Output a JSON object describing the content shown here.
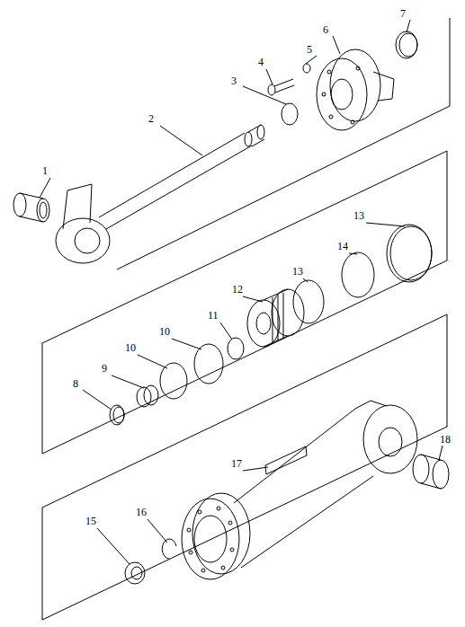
{
  "diagram": {
    "labels": [
      "1",
      "2",
      "3",
      "4",
      "5",
      "6",
      "7",
      "8",
      "9",
      "10",
      "10",
      "11",
      "12",
      "13",
      "14",
      "13",
      "15",
      "16",
      "17",
      "18"
    ]
  }
}
